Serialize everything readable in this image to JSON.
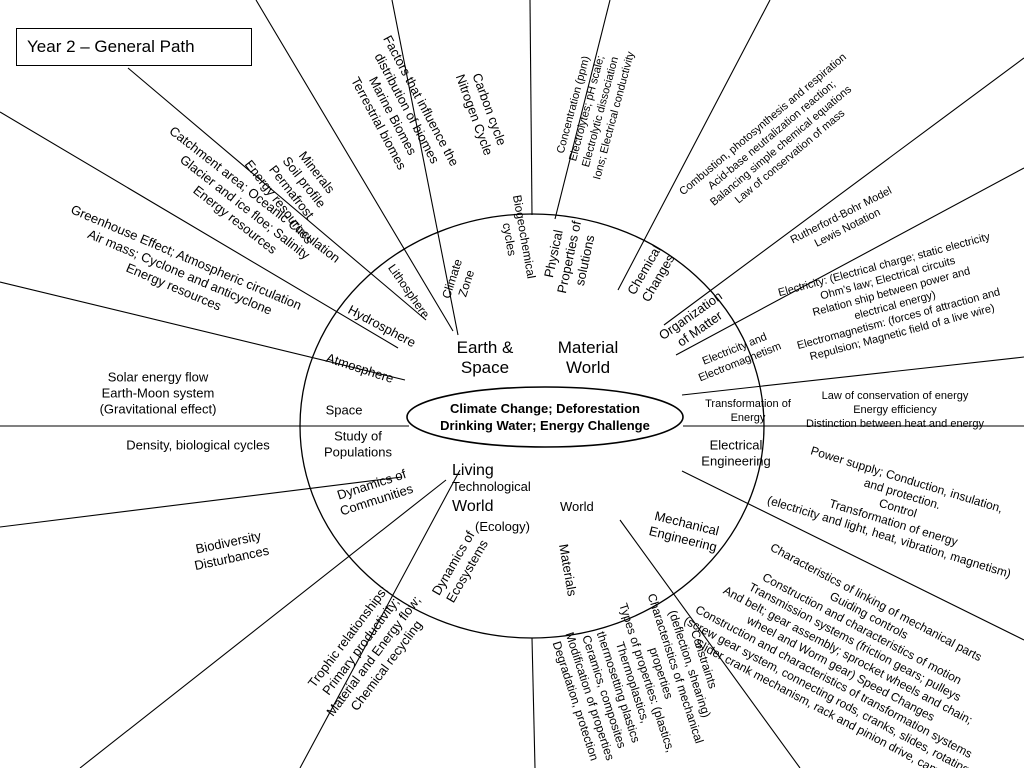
{
  "title": "Year 2 – General  Path",
  "center": {
    "line1": "Climate Change; Deforestation",
    "line2": "Drinking Water; Energy Challenge"
  },
  "quadrants": [
    {
      "key": "earth",
      "lines": [
        "Earth &",
        "Space"
      ]
    },
    {
      "key": "material",
      "lines": [
        "Material",
        "World"
      ]
    },
    {
      "key": "living",
      "lines": [
        "Living",
        "World"
      ]
    },
    {
      "key": "technological",
      "lines": [
        "Technological",
        "World"
      ]
    }
  ],
  "ecology": "(Ecology)",
  "ring_labels": [
    {
      "key": "biogeochemical",
      "lines": [
        "Biogeochemical",
        "cycles"
      ]
    },
    {
      "key": "climate-zone",
      "lines": [
        "Climate",
        "Zone"
      ]
    },
    {
      "key": "lithosphere",
      "lines": [
        "Lithosphere"
      ]
    },
    {
      "key": "hydrosphere",
      "lines": [
        "Hydrosphere"
      ]
    },
    {
      "key": "atmosphere",
      "lines": [
        "Atmosphere"
      ]
    },
    {
      "key": "space",
      "lines": [
        "Space"
      ]
    },
    {
      "key": "study-populations",
      "lines": [
        "Study of",
        "Populations"
      ]
    },
    {
      "key": "dynamics-communities",
      "lines": [
        "Dynamics of",
        "Communities"
      ]
    },
    {
      "key": "dynamics-ecosystems",
      "lines": [
        "Dynamics of",
        "Ecosystems"
      ]
    },
    {
      "key": "materials",
      "lines": [
        "Materials"
      ]
    },
    {
      "key": "mechanical-engineering",
      "lines": [
        "Mechanical",
        "Engineering"
      ]
    },
    {
      "key": "electrical-engineering",
      "lines": [
        "Electrical",
        "Engineering"
      ]
    },
    {
      "key": "transformation-energy",
      "lines": [
        "Transformation of",
        "Energy"
      ]
    },
    {
      "key": "electricity-electromagnetism",
      "lines": [
        "Electricity and",
        "Electromagnetism"
      ]
    },
    {
      "key": "organization-matter",
      "lines": [
        "Organization",
        "of Matter"
      ]
    },
    {
      "key": "chemical-changes",
      "lines": [
        "Chemical",
        "Changes"
      ]
    },
    {
      "key": "physical-properties",
      "lines": [
        "Physical",
        "Properties of",
        "solutions"
      ]
    }
  ],
  "outer_labels": [
    {
      "key": "carbon-nitrogen",
      "lines": [
        "Carbon cycle",
        "Nitrogen Cycle"
      ]
    },
    {
      "key": "biomes",
      "lines": [
        "Factors that influence the",
        "distribution of biomes",
        "Marine Biomes",
        "Terrestrial biomes"
      ]
    },
    {
      "key": "minerals",
      "lines": [
        "Minerals",
        "Soil profile",
        "Permafrost",
        "Energy resources"
      ]
    },
    {
      "key": "catchment",
      "lines": [
        "Catchment area; Oceanic Circulation",
        "Glacier and ice floe; Salinity",
        "Energy resources"
      ]
    },
    {
      "key": "greenhouse",
      "lines": [
        "Greenhouse Effect; Atmospheric circulation",
        "Air mass; Cyclone and anticyclone",
        "Energy resources"
      ]
    },
    {
      "key": "solar",
      "lines": [
        "Solar energy flow",
        "Earth-Moon system",
        "(Gravitational effect)"
      ]
    },
    {
      "key": "density",
      "lines": [
        "Density, biological cycles"
      ]
    },
    {
      "key": "biodiversity",
      "lines": [
        "Biodiversity",
        "Disturbances"
      ]
    },
    {
      "key": "trophic",
      "lines": [
        "Trophic relationships;",
        "Primary productivity;",
        "Material and Energy flow;",
        "Chemical recycling"
      ]
    },
    {
      "key": "constraints",
      "lines": [
        "Constraints",
        "(deflection, shearing)",
        "Characteristics of mechanical",
        "properties",
        "Types of properties: (plastics,",
        "Thermoplastics,",
        "thermosetting plastics",
        "Ceramics, composites",
        "Modification of properties",
        "Degradation, protection"
      ]
    },
    {
      "key": "linking",
      "lines": [
        "Characteristics of linking of mechanical parts",
        "Guiding controls",
        "Construction and characteristics of motion",
        "Transmission systems (friction gears; pulleys",
        "And belt; gear assembly; sprocket wheels and chain;",
        "wheel and Worm gear)  Speed Changes",
        "Construction and characteristics of transformation systems",
        "(screw gear system, connecting rods, cranks, slides, rotating",
        "Slider crank mechanism, rack and pinion drive, cams"
      ]
    },
    {
      "key": "power",
      "lines": [
        "Power supply; Conduction, insulation,",
        "and protection.",
        "Control",
        "Transformation of energy",
        "(electricity and light, heat, vibration, magnetism)"
      ]
    },
    {
      "key": "conservation",
      "lines": [
        "Law of conservation of energy",
        "Energy efficiency",
        "Distinction between heat and energy"
      ]
    },
    {
      "key": "electricity-static",
      "lines": [
        "Electricity: (Electrical charge; static electricity",
        "Ohm’s law; Electrical circuits",
        "Relation ship between power and",
        "electrical energy)",
        "Electromagnetism: (forces of attraction and",
        "Repulsion; Magnetic field of a live wire)"
      ]
    },
    {
      "key": "rutherford",
      "lines": [
        "Rutherford-Bohr Model",
        "Lewis Notation"
      ]
    },
    {
      "key": "combustion",
      "lines": [
        "Combustion, photosynthesis and respiration",
        "Acid-base neutralization reaction;",
        "Balancing simple chemical equations",
        "Law of conservation of mass"
      ]
    },
    {
      "key": "concentration",
      "lines": [
        "Concentration (ppm)",
        "Electrolytes; pH scale;",
        "Electrolytic dissociation",
        "Ions; Electrical conductivity"
      ]
    }
  ]
}
